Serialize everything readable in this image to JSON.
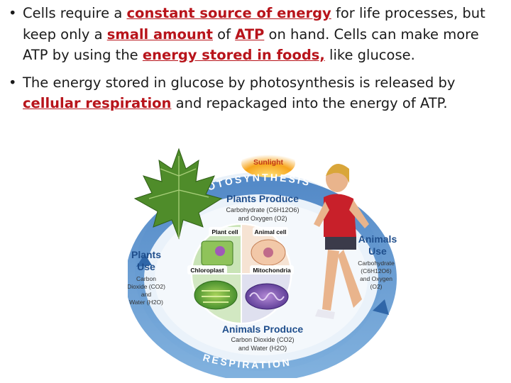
{
  "bullets": [
    {
      "parts": [
        "Cells require a ",
        "constant source of energy",
        " for life processes, but keep only a ",
        "small amount",
        " of ",
        "ATP",
        " on hand. Cells can make more ATP by using the ",
        "energy stored in foods,",
        " like glucose."
      ]
    },
    {
      "parts": [
        "The energy stored in glucose by photosynthesis is released by ",
        "cellular respiration",
        " and repackaged into the energy of ATP."
      ]
    }
  ],
  "bullet_symbol": "•",
  "figure": {
    "sunlight": "Sunlight",
    "photosynthesis_label": "PHOTOSYNTHESIS",
    "respiration_label": "RESPIRATION",
    "plants_produce": {
      "title": "Plants Produce",
      "line1": "Carbohydrate (C6H12O6)",
      "line2": "and Oxygen (O2)"
    },
    "animals_produce": {
      "title": "Animals Produce",
      "line1": "Carbon Dioxide (CO2)",
      "line2": "and Water (H2O)"
    },
    "plants_use": {
      "title1": "Plants",
      "title2": "Use",
      "lines": [
        "Carbon",
        "Dioxide (CO2)",
        "and",
        "Water (H2O)"
      ]
    },
    "animals_use": {
      "title1": "Animals",
      "title2": "Use",
      "lines": [
        "Carbohydrate",
        "(C6H12O6)",
        "and Oxygen",
        "(O2)"
      ]
    },
    "cells": {
      "plant_cell": "Plant cell",
      "animal_cell": "Animal cell",
      "chloroplast": "Chloroplast",
      "mitochondria": "Mitochondria"
    },
    "colors": {
      "accent_red": "#b8141b",
      "title_blue": "#1f4e8c",
      "cycle_blue": "#4a86c5"
    }
  }
}
